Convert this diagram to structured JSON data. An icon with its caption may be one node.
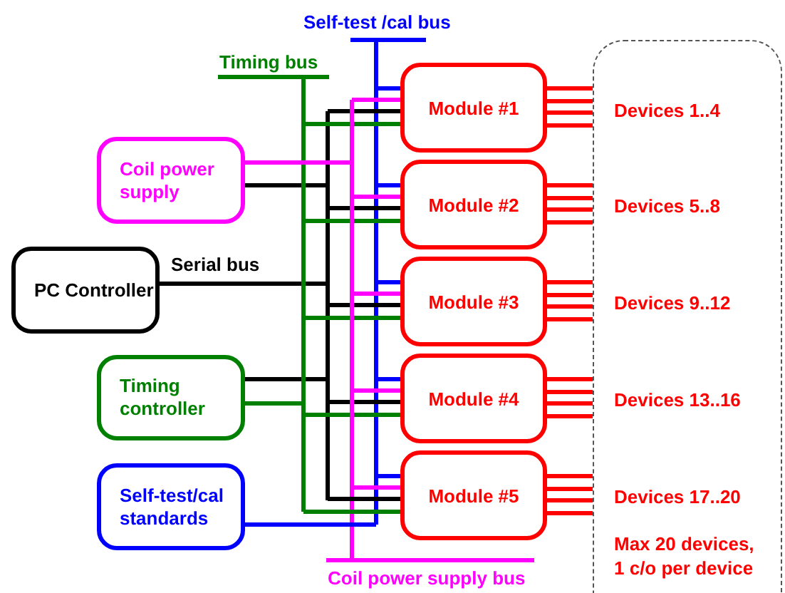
{
  "diagram": {
    "nodes": [
      {
        "text": [
          "Coil power supply"
        ]
      },
      {
        "text": [
          "PC Controller"
        ]
      },
      {
        "text": [
          "Timing controller"
        ]
      },
      {
        "text": [
          "Self-test/cal standards"
        ]
      },
      {
        "text": [
          "Module #1"
        ]
      },
      {
        "text": [
          "Module #2"
        ]
      },
      {
        "text": [
          "Module #3"
        ]
      },
      {
        "text": [
          "Module #4"
        ]
      },
      {
        "text": [
          "Module #5"
        ]
      },
      {
        "text": [
          "Devices 1..4",
          "Devices 5..8",
          "Devices 9..12",
          "Devices 13..16",
          "Devices 17..20",
          "Max 20 devices, 1 c/o per device"
        ]
      }
    ],
    "edges": [
      {
        "from": 0,
        "to": 4,
        "arrow": "none",
        "color": "#ff00ff"
      },
      {
        "from": 0,
        "to": 5,
        "arrow": "none",
        "color": "#ff00ff"
      },
      {
        "from": 0,
        "to": 6,
        "arrow": "none",
        "color": "#ff00ff"
      },
      {
        "from": 0,
        "to": 7,
        "arrow": "none",
        "color": "#ff00ff"
      },
      {
        "from": 0,
        "to": 8,
        "arrow": "none",
        "color": "#ff00ff"
      },
      {
        "from": 0,
        "to": 4,
        "arrow": "none",
        "color": "#000000"
      },
      {
        "from": 0,
        "to": 5,
        "arrow": "none",
        "color": "#000000"
      },
      {
        "from": 0,
        "to": 6,
        "arrow": "none",
        "color": "#000000"
      },
      {
        "from": 0,
        "to": 7,
        "arrow": "none",
        "color": "#000000"
      },
      {
        "from": 0,
        "to": 8,
        "arrow": "none",
        "color": "#000000"
      },
      {
        "from": 1,
        "to": 4,
        "arrow": "none",
        "label": "Serial bus",
        "color": "#000000"
      },
      {
        "from": 1,
        "to": 5,
        "arrow": "none",
        "color": "#000000"
      },
      {
        "from": 1,
        "to": 6,
        "arrow": "none",
        "color": "#000000"
      },
      {
        "from": 1,
        "to": 7,
        "arrow": "none",
        "color": "#000000"
      },
      {
        "from": 1,
        "to": 8,
        "arrow": "none",
        "color": "#000000"
      },
      {
        "from": 2,
        "to": 4,
        "arrow": "none",
        "color": "#000000"
      },
      {
        "from": 2,
        "to": 5,
        "arrow": "none",
        "color": "#000000"
      },
      {
        "from": 2,
        "to": 6,
        "arrow": "none",
        "color": "#000000"
      },
      {
        "from": 2,
        "to": 7,
        "arrow": "none",
        "color": "#000000"
      },
      {
        "from": 2,
        "to": 8,
        "arrow": "none",
        "color": "#000000"
      },
      {
        "from": 2,
        "to": 4,
        "arrow": "none",
        "color": "#008000"
      },
      {
        "from": 2,
        "to": 5,
        "arrow": "none",
        "color": "#008000"
      },
      {
        "from": 2,
        "to": 6,
        "arrow": "none",
        "color": "#008000"
      },
      {
        "from": 2,
        "to": 7,
        "arrow": "none",
        "color": "#008000"
      },
      {
        "from": 2,
        "to": 8,
        "arrow": "none",
        "color": "#008000"
      },
      {
        "from": 3,
        "to": 4,
        "arrow": "none",
        "color": "#0000ff"
      },
      {
        "from": 3,
        "to": 5,
        "arrow": "none",
        "color": "#0000ff"
      },
      {
        "from": 3,
        "to": 6,
        "arrow": "none",
        "color": "#0000ff"
      },
      {
        "from": 3,
        "to": 7,
        "arrow": "none",
        "color": "#0000ff"
      },
      {
        "from": 3,
        "to": 8,
        "arrow": "none",
        "color": "#0000ff"
      },
      {
        "from": 4,
        "to": 9,
        "arrow": "none",
        "color": "#ff0000"
      },
      {
        "from": 4,
        "to": 9,
        "arrow": "none",
        "color": "#ff0000"
      },
      {
        "from": 4,
        "to": 9,
        "arrow": "none",
        "color": "#ff0000"
      },
      {
        "from": 4,
        "to": 9,
        "arrow": "none",
        "color": "#ff0000"
      },
      {
        "from": 5,
        "to": 9,
        "arrow": "none",
        "color": "#ff0000"
      },
      {
        "from": 5,
        "to": 9,
        "arrow": "none",
        "color": "#ff0000"
      },
      {
        "from": 5,
        "to": 9,
        "arrow": "none",
        "color": "#ff0000"
      },
      {
        "from": 5,
        "to": 9,
        "arrow": "none",
        "color": "#ff0000"
      },
      {
        "from": 6,
        "to": 9,
        "arrow": "none",
        "color": "#ff0000"
      },
      {
        "from": 6,
        "to": 9,
        "arrow": "none",
        "color": "#ff0000"
      },
      {
        "from": 6,
        "to": 9,
        "arrow": "none",
        "color": "#ff0000"
      },
      {
        "from": 6,
        "to": 9,
        "arrow": "none",
        "color": "#ff0000"
      },
      {
        "from": 7,
        "to": 9,
        "arrow": "none",
        "color": "#ff0000"
      },
      {
        "from": 7,
        "to": 9,
        "arrow": "none",
        "color": "#ff0000"
      },
      {
        "from": 7,
        "to": 9,
        "arrow": "none",
        "color": "#ff0000"
      },
      {
        "from": 7,
        "to": 9,
        "arrow": "none",
        "color": "#ff0000"
      },
      {
        "from": 8,
        "to": 9,
        "arrow": "none",
        "color": "#ff0000"
      },
      {
        "from": 8,
        "to": 9,
        "arrow": "none",
        "color": "#ff0000"
      },
      {
        "from": 8,
        "to": 9,
        "arrow": "none",
        "color": "#ff0000"
      },
      {
        "from": 8,
        "to": 9,
        "arrow": "none",
        "color": "#ff0000"
      }
    ],
    "labels": [
      "Self-test /cal bus",
      "Timing bus",
      "Coil power supply bus"
    ]
  }
}
